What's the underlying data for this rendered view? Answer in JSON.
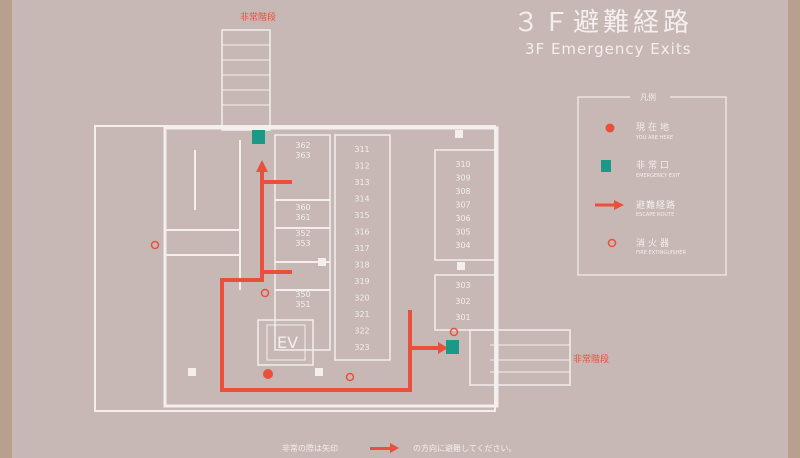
{
  "title_jp": "３Ｆ避難経路",
  "title_en": "3F Emergency Exits",
  "stairs_label_top": "非常階段",
  "stairs_label_right": "非常階段",
  "elevator_label": "EV",
  "legend": {
    "header": "凡例",
    "items": [
      {
        "jp": "現在地",
        "en": "YOU ARE HERE",
        "icon": "red-dot-icon"
      },
      {
        "jp": "非常口",
        "en": "EMERGENCY EXIT",
        "icon": "exit-sign-icon"
      },
      {
        "jp": "避難経路",
        "en": "ESCAPE ROUTE",
        "icon": "red-arrow-icon"
      },
      {
        "jp": "消火器",
        "en": "FIRE EXTINGUISHER",
        "icon": "red-circle-icon"
      }
    ]
  },
  "footer": {
    "before": "非常の際は矢印",
    "after": "の方向に避難してください。"
  },
  "rooms": {
    "left": [
      "362",
      "363",
      "360",
      "361",
      "352",
      "353",
      "350",
      "351"
    ],
    "middle": [
      "311",
      "312",
      "313",
      "314",
      "315",
      "316",
      "317",
      "318",
      "319",
      "320",
      "321",
      "322",
      "323"
    ],
    "right_top": [
      "310",
      "309",
      "308",
      "307",
      "306",
      "305",
      "304"
    ],
    "right_bottom": [
      "303",
      "302",
      "301"
    ]
  },
  "colors": {
    "background": "#c7b8b6",
    "route": "#e8503c",
    "exit": "#1a9a86",
    "line": "#f4eeec"
  }
}
